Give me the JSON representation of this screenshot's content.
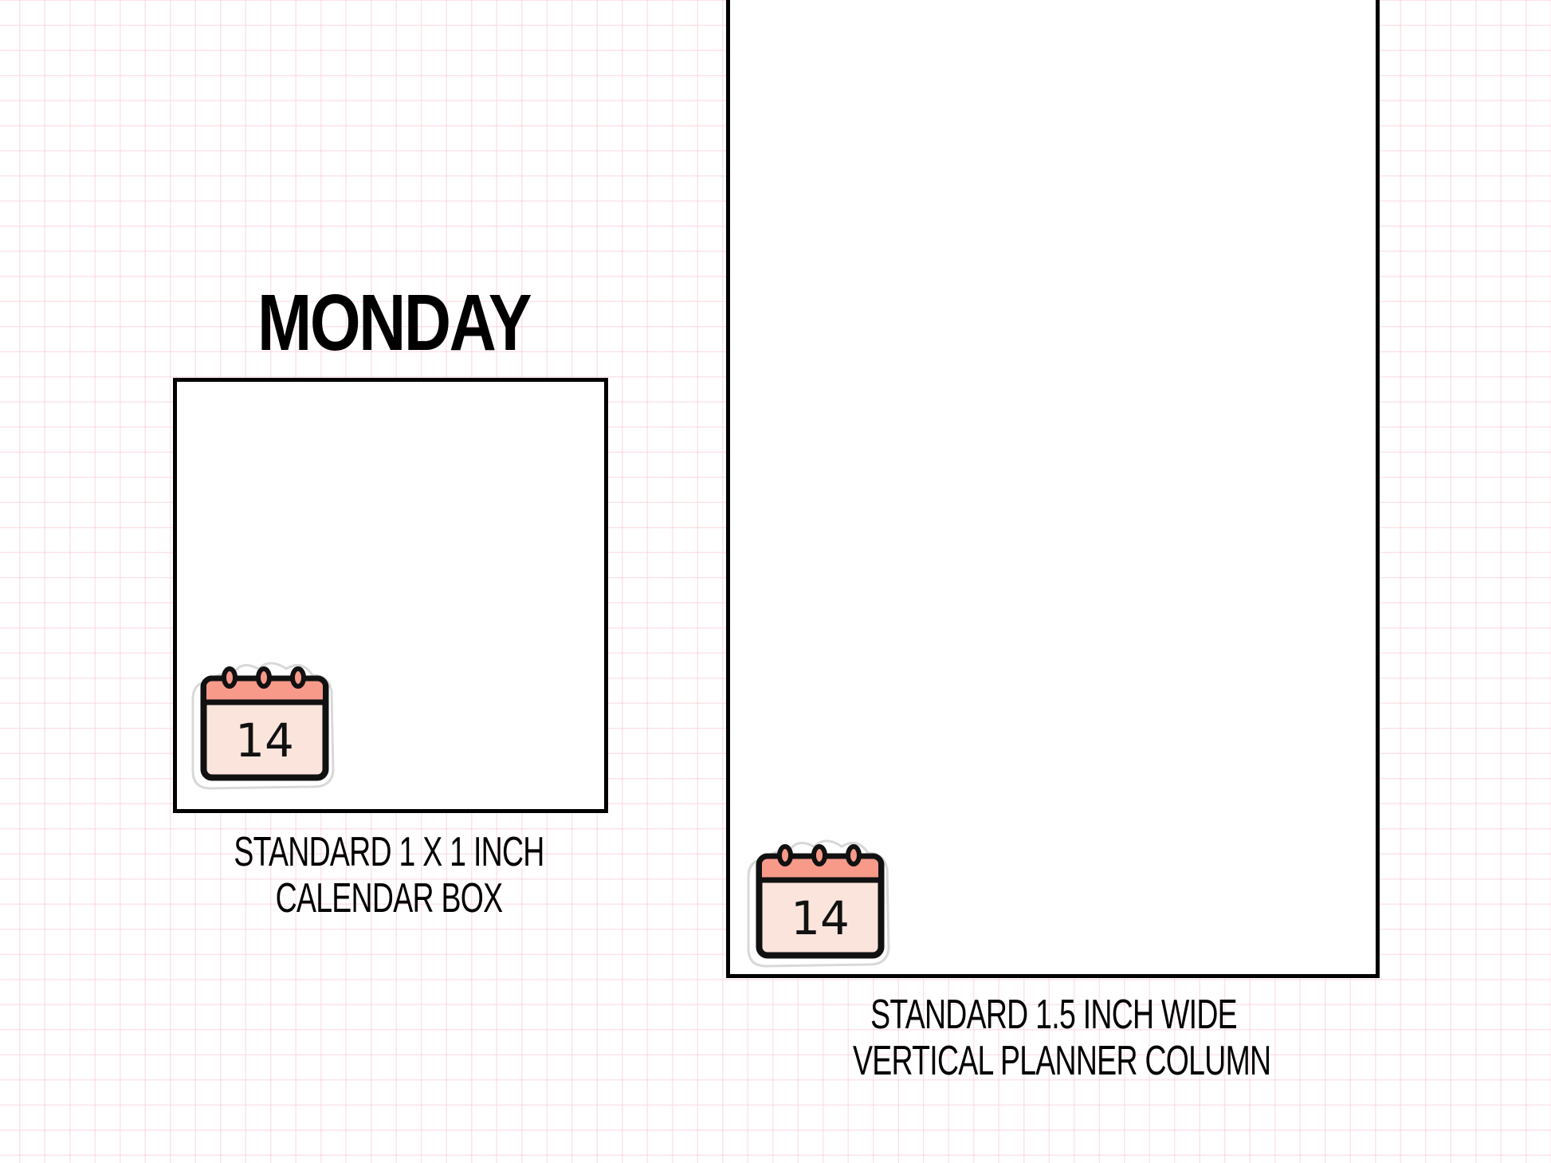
{
  "day_title": "MONDAY",
  "calendar_box": {
    "caption_line1": "STANDARD 1 X 1 INCH",
    "caption_line2": "CALENDAR BOX"
  },
  "planner_column": {
    "caption_line1": "STANDARD 1.5 INCH WIDE",
    "caption_line2": "VERTICAL PLANNER COLUMN"
  },
  "sticker": {
    "icon": "calendar-icon",
    "date": "14",
    "colors": {
      "header": "#f79a8a",
      "body": "#fbe4dc",
      "outline": "#111111"
    }
  }
}
